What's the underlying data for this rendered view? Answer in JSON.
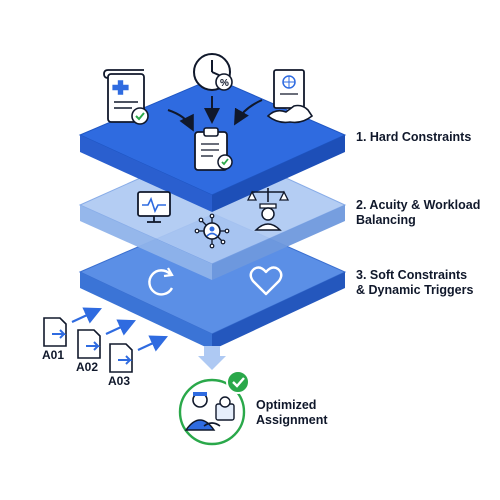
{
  "layers": [
    {
      "label": "1. Hard Constraints"
    },
    {
      "label_line1": "2. Acuity & Workload",
      "label_line2": "Balancing"
    },
    {
      "label_line1": "3. Soft Constraints",
      "label_line2": "& Dynamic Triggers"
    }
  ],
  "assignments": [
    "A01",
    "A02",
    "A03"
  ],
  "output": {
    "line1": "Optimized",
    "line2": "Assignment"
  },
  "colors": {
    "layer1_top": "#2f6be0",
    "layer1_side": "#1d4fb8",
    "layer2_top": "#aec9f3",
    "layer2_side": "#6f99dd",
    "layer3_top": "#5b8fe6",
    "layer3_side": "#2d63c8",
    "ink": "#10182b",
    "check": "#2aa84a",
    "circle_border": "#2aa84a"
  }
}
